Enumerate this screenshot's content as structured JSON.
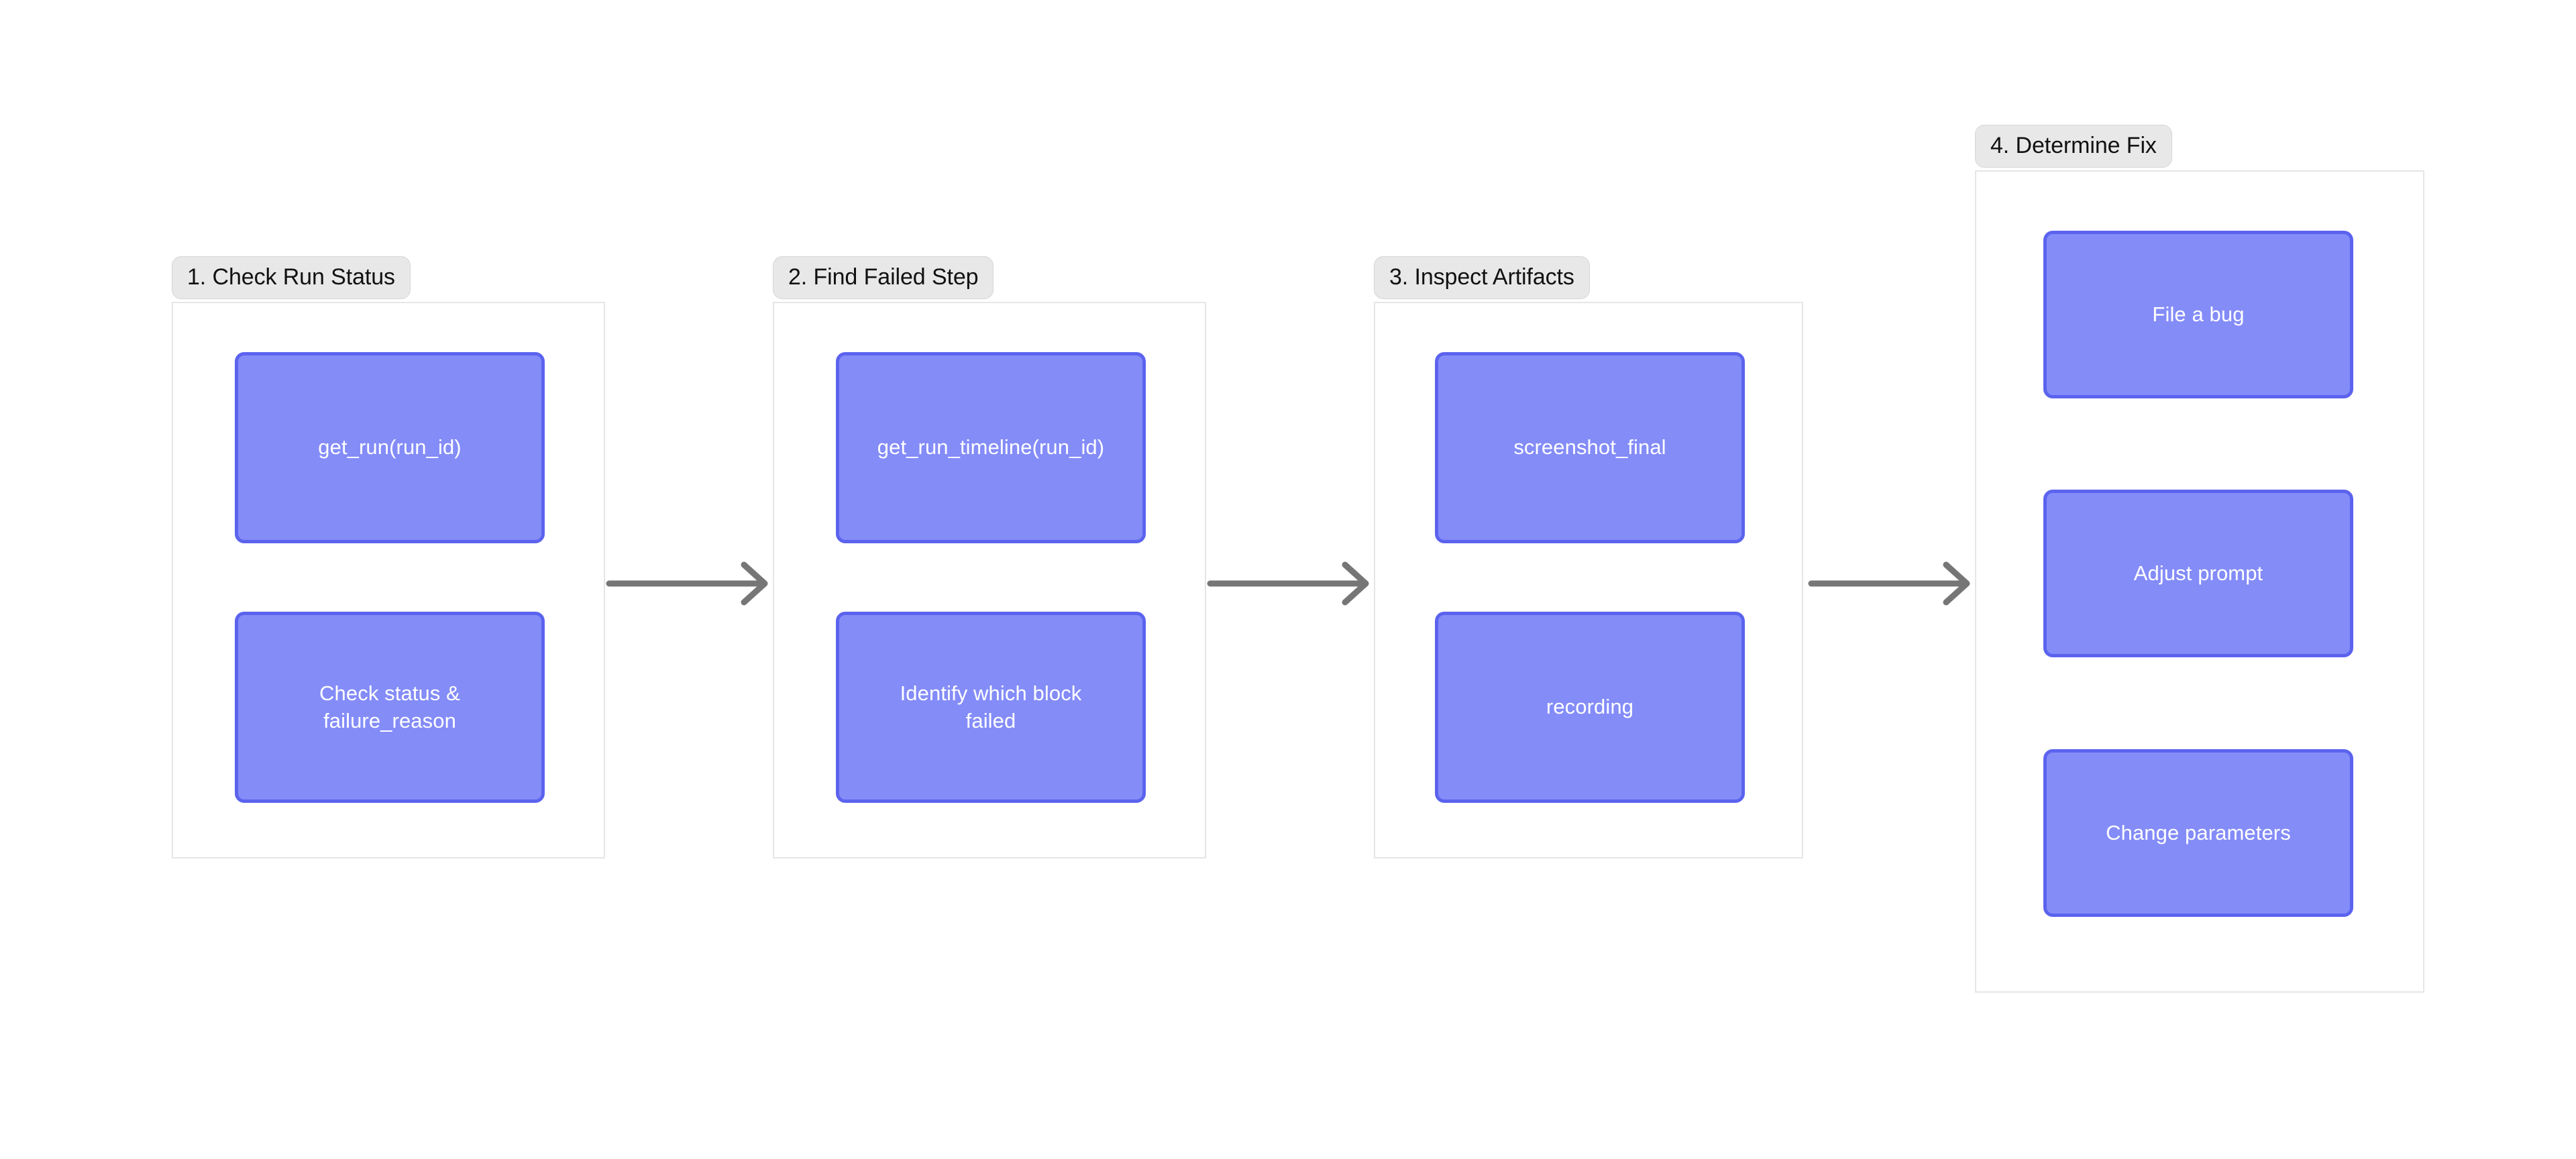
{
  "diagram": {
    "type": "flow",
    "orientation": "left-to-right",
    "background_color": "#ffffff",
    "node_fill_color": "#848cf8",
    "node_border_color": "#5b63ee",
    "node_text_color": "#ffffff",
    "group_label_bg_color": "#e8e8e8",
    "group_border_color": "#e6e6e6",
    "arrow_color": "#767676",
    "groups": [
      {
        "id": "group-1",
        "label": "1. Check Run Status",
        "nodes": [
          {
            "id": "node-get-run",
            "label": "get_run(run_id)"
          },
          {
            "id": "node-check-status",
            "label": "Check status &\nfailure_reason"
          }
        ]
      },
      {
        "id": "group-2",
        "label": "2. Find Failed Step",
        "nodes": [
          {
            "id": "node-get-run-timeline",
            "label": "get_run_timeline(run_id)"
          },
          {
            "id": "node-identify-block",
            "label": "Identify which block\nfailed"
          }
        ]
      },
      {
        "id": "group-3",
        "label": "3. Inspect Artifacts",
        "nodes": [
          {
            "id": "node-screenshot-final",
            "label": "screenshot_final"
          },
          {
            "id": "node-recording",
            "label": "recording"
          }
        ]
      },
      {
        "id": "group-4",
        "label": "4. Determine Fix",
        "nodes": [
          {
            "id": "node-file-a-bug",
            "label": "File a bug"
          },
          {
            "id": "node-adjust-prompt",
            "label": "Adjust prompt"
          },
          {
            "id": "node-change-parameters",
            "label": "Change parameters"
          }
        ]
      }
    ],
    "connectors": [
      {
        "id": "arrow-1-to-2",
        "from": "group-1",
        "to": "group-2",
        "icon": "arrow-right-icon"
      },
      {
        "id": "arrow-2-to-3",
        "from": "group-2",
        "to": "group-3",
        "icon": "arrow-right-icon"
      },
      {
        "id": "arrow-3-to-4",
        "from": "group-3",
        "to": "group-4",
        "icon": "arrow-right-icon"
      }
    ]
  }
}
